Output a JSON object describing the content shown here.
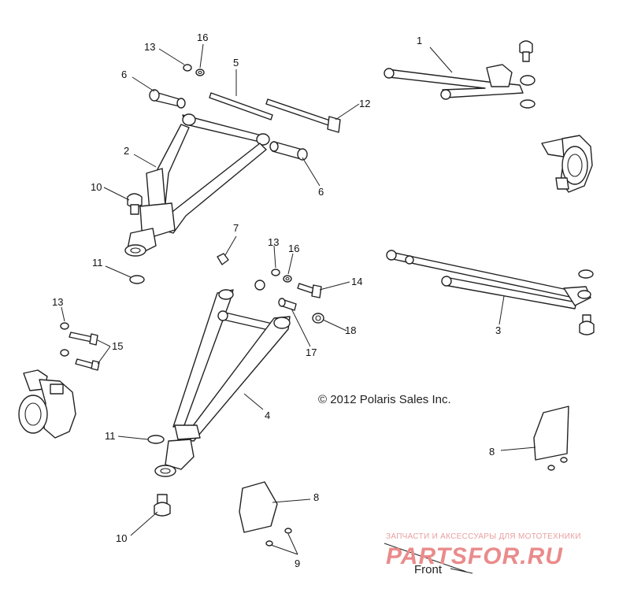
{
  "callouts": [
    {
      "id": "c1",
      "text": "1"
    },
    {
      "id": "c2",
      "text": "2"
    },
    {
      "id": "c3",
      "text": "3"
    },
    {
      "id": "c4",
      "text": "4"
    },
    {
      "id": "c5",
      "text": "5"
    },
    {
      "id": "c6a",
      "text": "6"
    },
    {
      "id": "c6b",
      "text": "6"
    },
    {
      "id": "c7",
      "text": "7"
    },
    {
      "id": "c8a",
      "text": "8"
    },
    {
      "id": "c8b",
      "text": "8"
    },
    {
      "id": "c9",
      "text": "9"
    },
    {
      "id": "c10a",
      "text": "10"
    },
    {
      "id": "c10b",
      "text": "10"
    },
    {
      "id": "c11a",
      "text": "11"
    },
    {
      "id": "c11b",
      "text": "11"
    },
    {
      "id": "c12",
      "text": "12"
    },
    {
      "id": "c13a",
      "text": "13"
    },
    {
      "id": "c13b",
      "text": "13"
    },
    {
      "id": "c13c",
      "text": "13"
    },
    {
      "id": "c14",
      "text": "14"
    },
    {
      "id": "c15",
      "text": "15"
    },
    {
      "id": "c16a",
      "text": "16"
    },
    {
      "id": "c16b",
      "text": "16"
    },
    {
      "id": "c17",
      "text": "17"
    },
    {
      "id": "c18",
      "text": "18"
    }
  ],
  "copyright": "© 2012 Polaris Sales Inc.",
  "front_label": "Front",
  "watermark": {
    "tagline": "ЗАПЧАСТИ И АКСЕССУАРЫ ДЛЯ МОТОТЕХНИКИ",
    "logo": "PARTSFOR.RU"
  }
}
